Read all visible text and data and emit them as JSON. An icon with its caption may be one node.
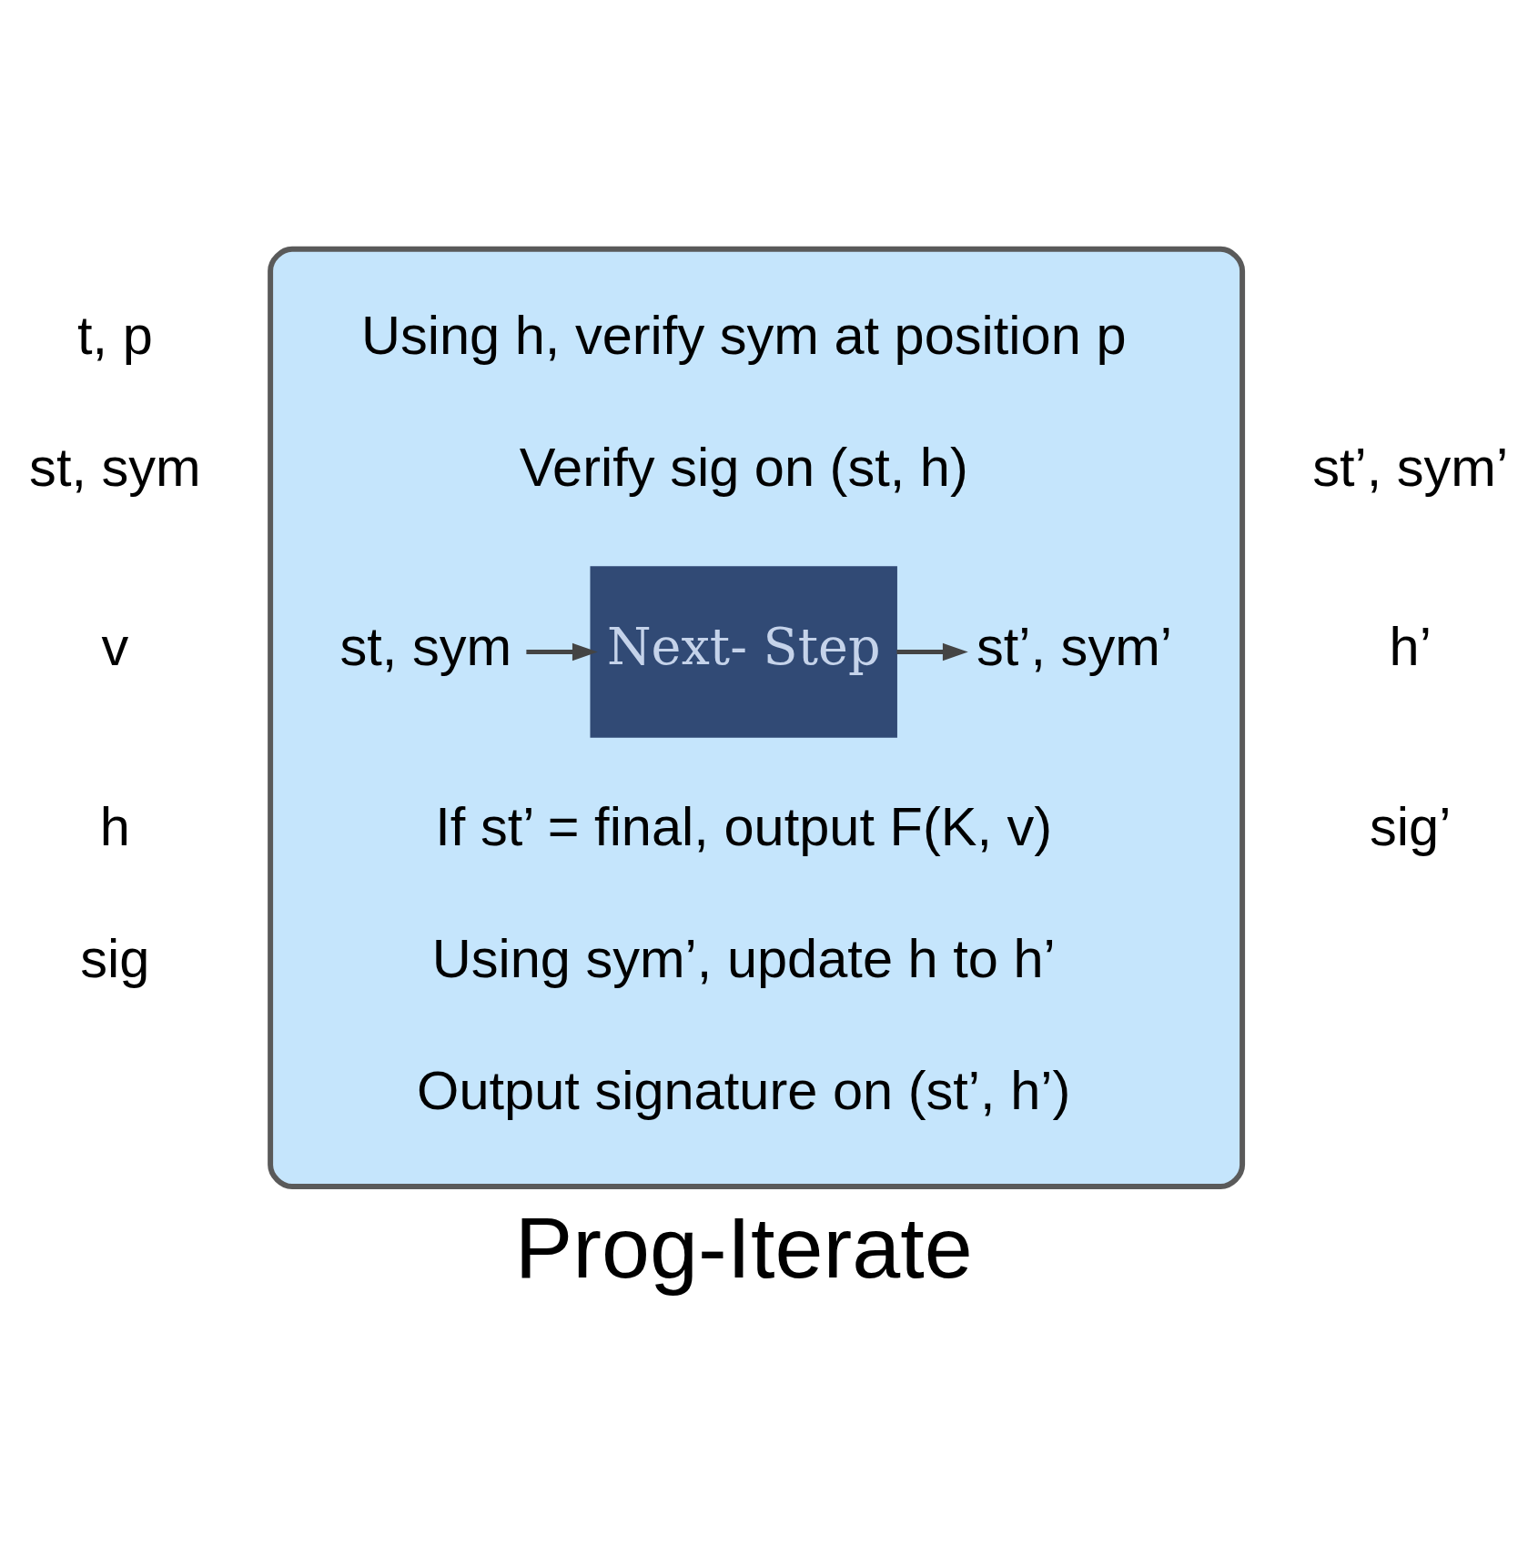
{
  "diagram": {
    "nodes": [
      {
        "text": [
          "Using h, verify sym at position p",
          "Verify sig on (st, h)",
          "If st’ = final, output F(K, v)",
          "Using sym’, update h to h’",
          "Output signature on (st’, h’)",
          "Prog-Iterate"
        ]
      },
      {
        "text": [
          "st, sym"
        ],
        "in": 0
      },
      {
        "text": [
          "Next- Step"
        ],
        "in": 0
      },
      {
        "text": [
          "st’, sym’"
        ],
        "in": 0
      }
    ],
    "edges": [
      {
        "from": 1,
        "to": 2,
        "arrow": "to"
      },
      {
        "from": 2,
        "to": 3,
        "arrow": "to"
      }
    ],
    "labels": [
      "t, p",
      "st, sym",
      "st’, sym’",
      "v",
      "h’",
      "h",
      "sig’",
      "sig"
    ]
  }
}
